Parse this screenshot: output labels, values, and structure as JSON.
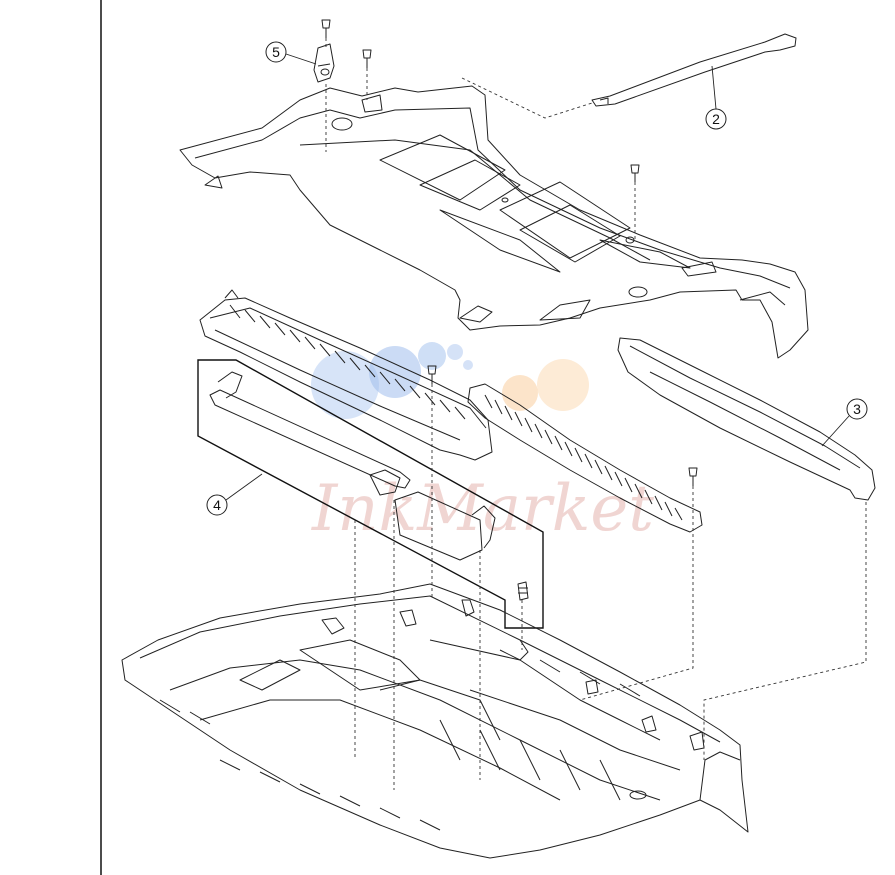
{
  "callouts": [
    {
      "label": "5"
    },
    {
      "label": "2"
    },
    {
      "label": "3"
    },
    {
      "label": "4"
    }
  ],
  "watermark": {
    "text": "InkMarket",
    "color": "#e7b9b5"
  },
  "colors": {
    "line": "#222222",
    "frame": "#111111",
    "dash": "#333333",
    "dot_blue": "#7fa7e6",
    "dot_orange": "#f7c58c"
  }
}
